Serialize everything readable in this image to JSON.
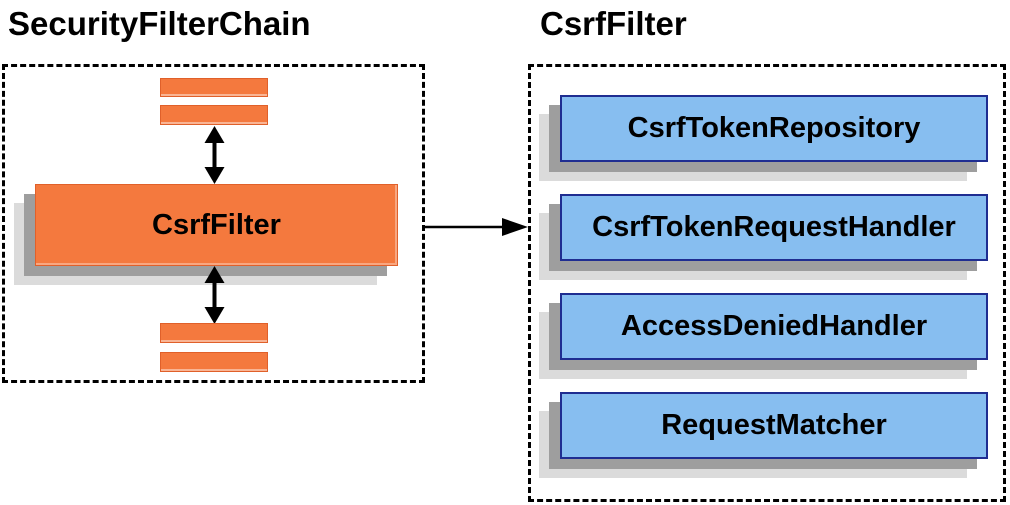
{
  "diagram": {
    "left_panel": {
      "title": "SecurityFilterChain",
      "main_filter": "CsrfFilter",
      "placeholder_bars": 4
    },
    "right_panel": {
      "title": "CsrfFilter",
      "components": [
        "CsrfTokenRepository",
        "CsrfTokenRequestHandler",
        "AccessDeniedHandler",
        "RequestMatcher"
      ]
    },
    "colors": {
      "filter_orange": "#f4793e",
      "filter_orange_border": "#e0602a",
      "component_blue": "#87bef0",
      "component_blue_border": "#1f2d91",
      "shadow_dark": "#9e9e9e",
      "shadow_light": "#dbdbdb",
      "arrow_black": "#000000"
    }
  }
}
